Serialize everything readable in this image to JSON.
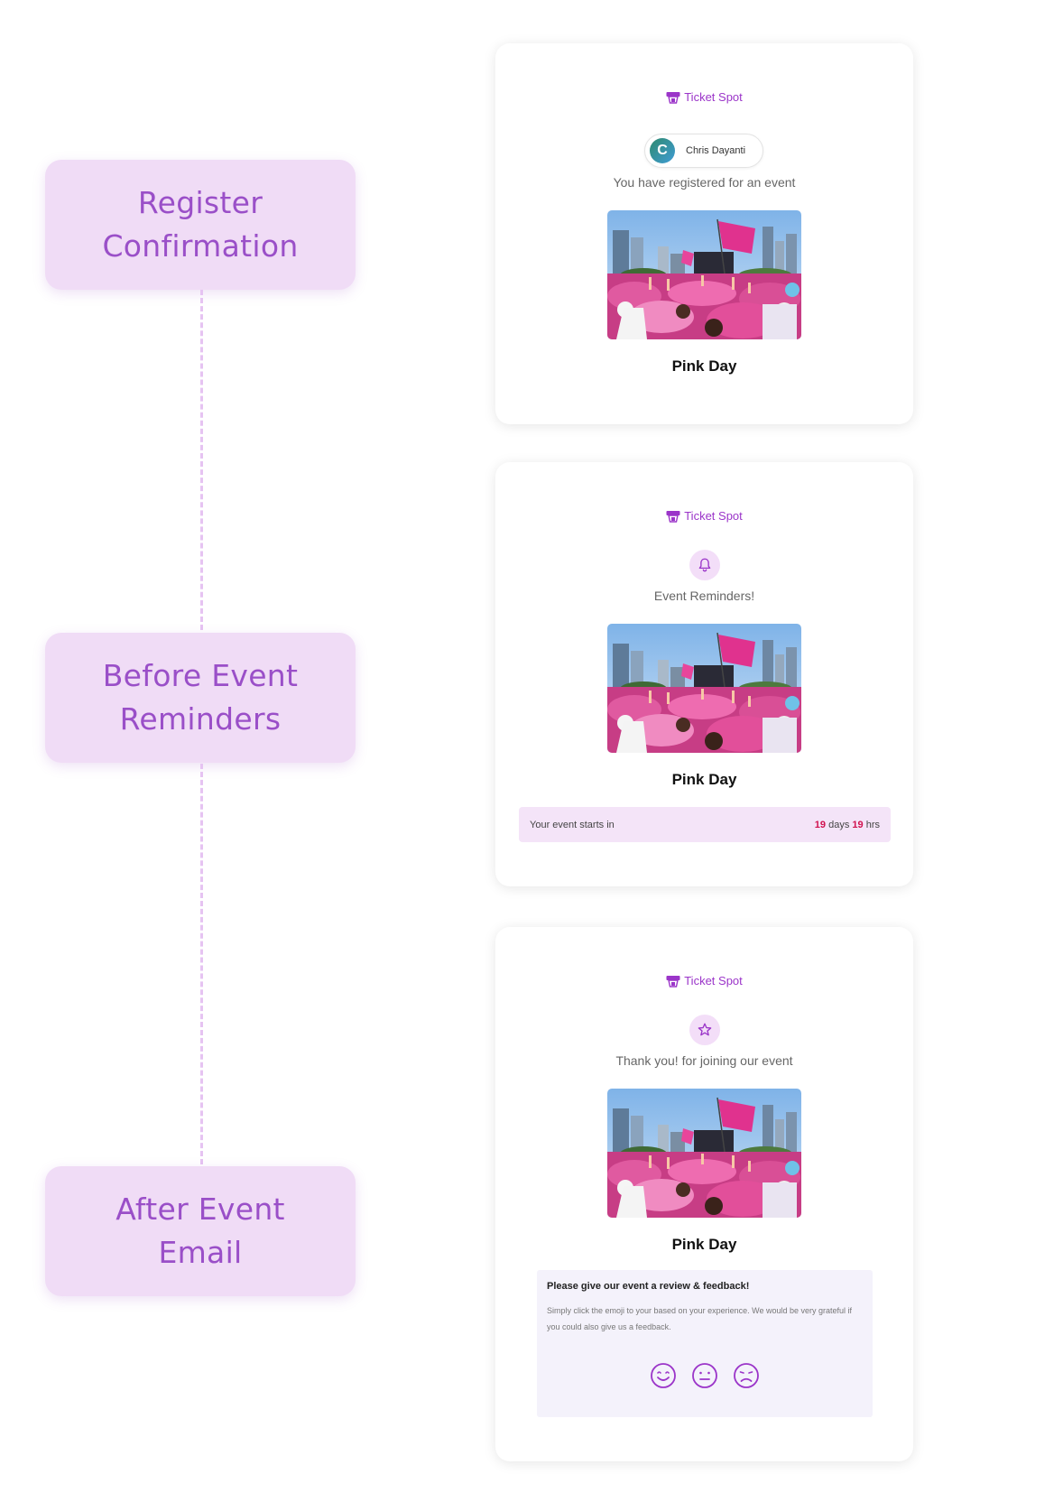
{
  "stages": [
    {
      "line1": "Register",
      "line2": "Confirmation"
    },
    {
      "line1": "Before Event",
      "line2": "Reminders"
    },
    {
      "line1": "After Event",
      "line2": "Email"
    }
  ],
  "brand_name": "Ticket Spot",
  "colors": {
    "accent": "#9b35c9",
    "stage_bg": "#f0dcf6",
    "highlight": "#d1124f",
    "connector": "#e6c3f2"
  },
  "register_email": {
    "user_initial": "C",
    "user_name": "Chris Dayanti",
    "message": "You have registered for an event",
    "event_name": "Pink Day"
  },
  "reminder_email": {
    "icon": "bell-icon",
    "message": "Event Reminders!",
    "event_name": "Pink Day",
    "countdown": {
      "label": "Your event starts in",
      "days_value": "19",
      "days_unit": "days",
      "hours_value": "19",
      "hours_unit": "hrs"
    }
  },
  "after_email": {
    "icon": "star-icon",
    "message": "Thank you! for joining our event",
    "event_name": "Pink Day",
    "feedback": {
      "title": "Please give our event a review & feedback!",
      "body": "Simply click the emoji to your based on your experience. We would be very grateful if you could also give us a feedback.",
      "emojis": [
        "happy-emoji-icon",
        "neutral-emoji-icon",
        "sad-emoji-icon"
      ]
    }
  }
}
